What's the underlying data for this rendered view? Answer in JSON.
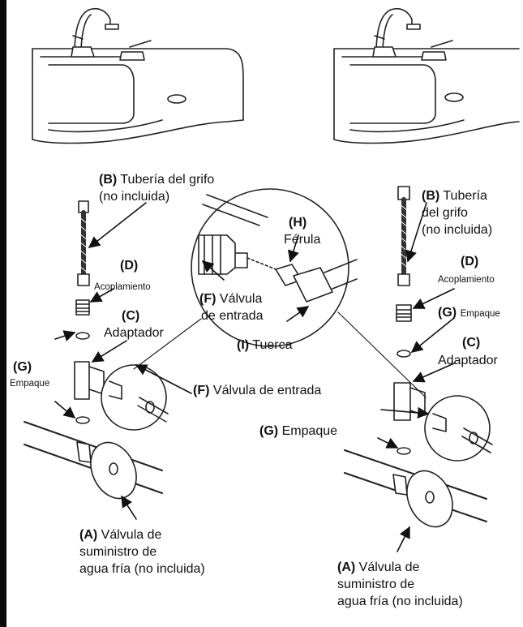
{
  "labels": {
    "left": {
      "b_tag": "(B)",
      "b_line1": "Tubería del grifo",
      "b_line2": "(no incluida)",
      "d_tag": "(D)",
      "d_text": "Acoplamiento",
      "c_tag": "(C)",
      "c_text": "Adaptador",
      "g_tag": "(G)",
      "g_text": "Empaque",
      "f_tag": "(F)",
      "f_text": "Válvula de entrada",
      "a_tag": "(A)",
      "a_line1": "Válvula de",
      "a_line2": "suministro de",
      "a_line3": "agua fría (no incluida)"
    },
    "detail": {
      "h_tag": "(H)",
      "h_text": "Férula",
      "f_tag": "(F)",
      "f_line1": "Válvula",
      "f_line2": "de entrada",
      "i_tag": "(I)",
      "i_text": "Tuerca"
    },
    "right": {
      "b_tag": "(B)",
      "b_line1": "Tubería",
      "b_line2": "del grifo",
      "b_line3": "(no incluida)",
      "d_tag": "(D)",
      "d_text": "Acoplamiento",
      "g_tag": "(G)",
      "g_text": "Empaque",
      "c_tag": "(C)",
      "c_text": "Adaptador",
      "g2_tag": "(G)",
      "g2_text": "Empaque",
      "a_tag": "(A)",
      "a_line1": "Válvula de",
      "a_line2": "suministro de",
      "a_line3": "agua fría (no incluida)"
    }
  }
}
